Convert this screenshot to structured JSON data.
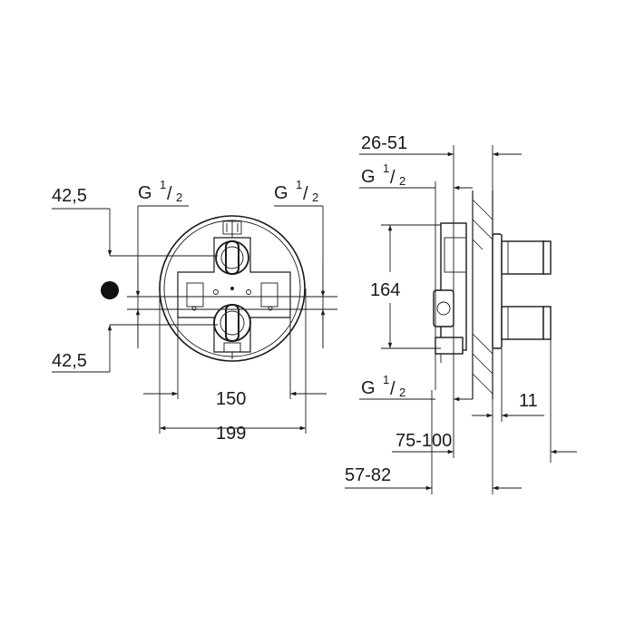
{
  "labels": {
    "dim_42_5_top": "42,5",
    "dim_42_5_bottom": "42,5",
    "thread_left": "G",
    "thread_right": "G",
    "thread_side_top": "G",
    "thread_side_bottom": "G",
    "thread_frac_num": "1",
    "thread_frac_sep": "/",
    "thread_frac_den": "2",
    "dim_150": "150",
    "dim_199": "199",
    "dim_26_51": "26-51",
    "dim_164": "164",
    "dim_11": "11",
    "dim_75_100": "75-100",
    "dim_57_82": "57-82"
  }
}
